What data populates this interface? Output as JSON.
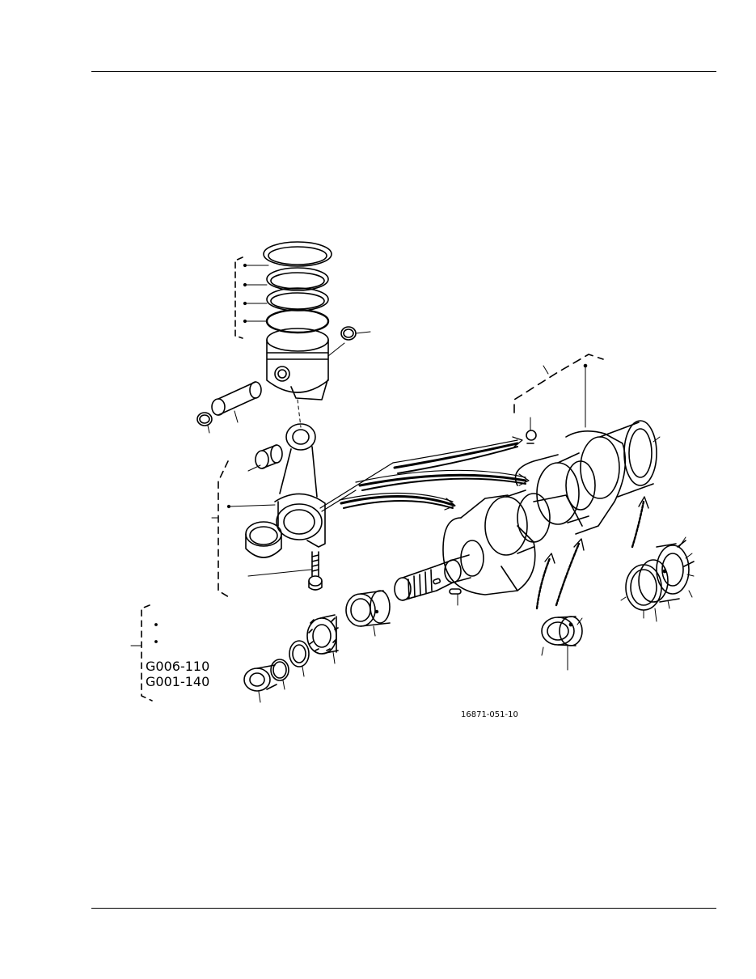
{
  "diagram": {
    "part_codes": [
      "G006-110",
      "G001-140"
    ],
    "figure_id": "16871-051-10"
  }
}
